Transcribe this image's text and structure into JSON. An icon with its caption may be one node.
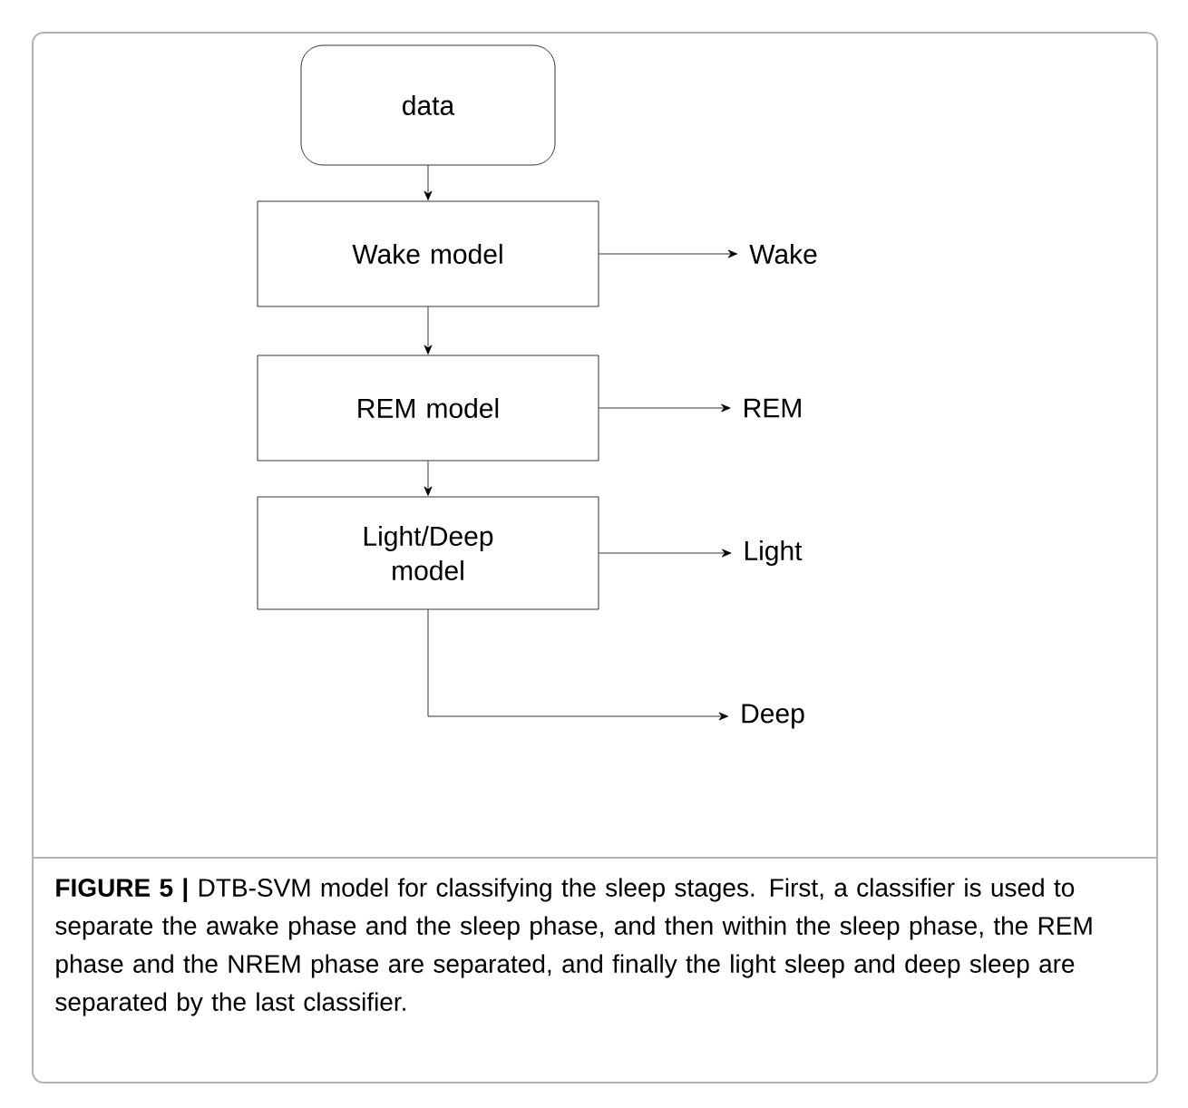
{
  "diagram": {
    "caption": "**FIGURE 5 |** DTB-SVM model for classifying the sleep stages. First, a classifier is used to separate the awake phase and the sleep phase, and then within the sleep phase, the REM phase and the NREM phase are separated, and finally the light sleep and deep sleep are separated by the last classifier.",
    "nodes": [
      {
        "text": [
          "data"
        ]
      },
      {
        "text": [
          "Wake model"
        ]
      },
      {
        "text": [
          "REM model"
        ]
      },
      {
        "text": [
          "Light/Deep model"
        ]
      },
      {
        "text": [
          "Wake"
        ]
      },
      {
        "text": [
          "REM"
        ]
      },
      {
        "text": [
          "Light"
        ]
      },
      {
        "text": [
          "Deep"
        ]
      }
    ],
    "edges": [
      {
        "from": 0,
        "to": 1,
        "arrow": "to"
      },
      {
        "from": 1,
        "to": 2,
        "arrow": "to"
      },
      {
        "from": 2,
        "to": 3,
        "arrow": "to"
      },
      {
        "from": 1,
        "to": 4,
        "arrow": "to"
      },
      {
        "from": 2,
        "to": 5,
        "arrow": "to"
      },
      {
        "from": 3,
        "to": 6,
        "arrow": "to"
      },
      {
        "from": 3,
        "to": 7,
        "arrow": "to"
      }
    ]
  }
}
